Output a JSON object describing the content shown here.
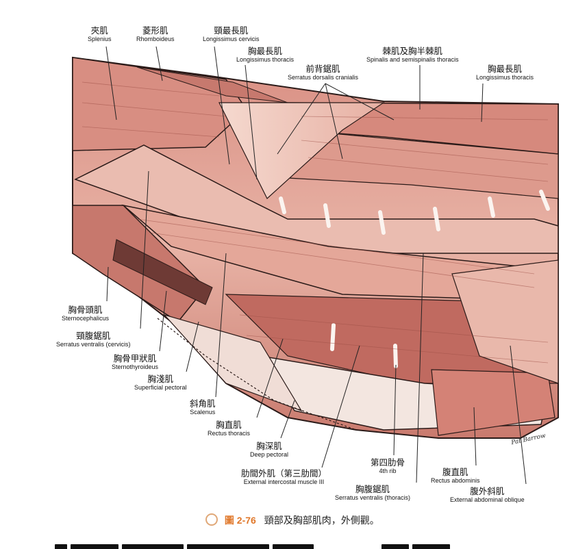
{
  "figure": {
    "number": "圖 2-76",
    "caption": "頸部及胸部肌肉，外側觀。",
    "signature": "Pat Barrow"
  },
  "labels": {
    "splenius": {
      "zh": "夾肌",
      "en": "Splenius"
    },
    "rhomboideus": {
      "zh": "菱形肌",
      "en": "Rhomboideus"
    },
    "longissimus_cervicis": {
      "zh": "頸最長肌",
      "en": "Longissimus cervicis"
    },
    "longissimus_thoracis_1": {
      "zh": "胸最長肌",
      "en": "Longissimus thoracis"
    },
    "serratus_dorsalis": {
      "zh": "前背鋸肌",
      "en": "Serratus dorsalis cranialis"
    },
    "spinalis": {
      "zh": "棘肌及胸半棘肌",
      "en": "Spinalis and semispinalis thoracis"
    },
    "longissimus_thoracis_2": {
      "zh": "胸最長肌",
      "en": "Longissimus thoracis"
    },
    "sternocephalicus": {
      "zh": "胸骨頭肌",
      "en": "Sternocephalicus"
    },
    "serratus_ventralis_cervicis": {
      "zh": "頸腹鋸肌",
      "en": "Serratus ventralis (cervicis)"
    },
    "sternothyroideus": {
      "zh": "胸骨甲狀肌",
      "en": "Sternothyroideus"
    },
    "superficial_pectoral": {
      "zh": "胸淺肌",
      "en": "Superficial pectoral"
    },
    "scalenus": {
      "zh": "斜角肌",
      "en": "Scalenus"
    },
    "rectus_thoracis": {
      "zh": "胸直肌",
      "en": "Rectus thoracis"
    },
    "deep_pectoral": {
      "zh": "胸深肌",
      "en": "Deep pectoral"
    },
    "intercostal": {
      "zh": "肋間外肌（第三肋間）",
      "en": "External intercostal muscle III"
    },
    "fourth_rib": {
      "zh": "第四肋骨",
      "en": "4th rib"
    },
    "serratus_ventralis_thoracis": {
      "zh": "胸腹鋸肌",
      "en": "Serratus ventralis (thoracis)"
    },
    "rectus_abdominis": {
      "zh": "腹直肌",
      "en": "Rectus abdominis"
    },
    "external_oblique": {
      "zh": "腹外斜肌",
      "en": "External abdominal oblique"
    }
  },
  "colors": {
    "muscle_base": "#e2a79a",
    "muscle_dark": "#c9776c",
    "muscle_light": "#f2cfc4",
    "tendon": "#f7efe9",
    "outline": "#2a1a18",
    "caption_accent": "#e0782b"
  }
}
